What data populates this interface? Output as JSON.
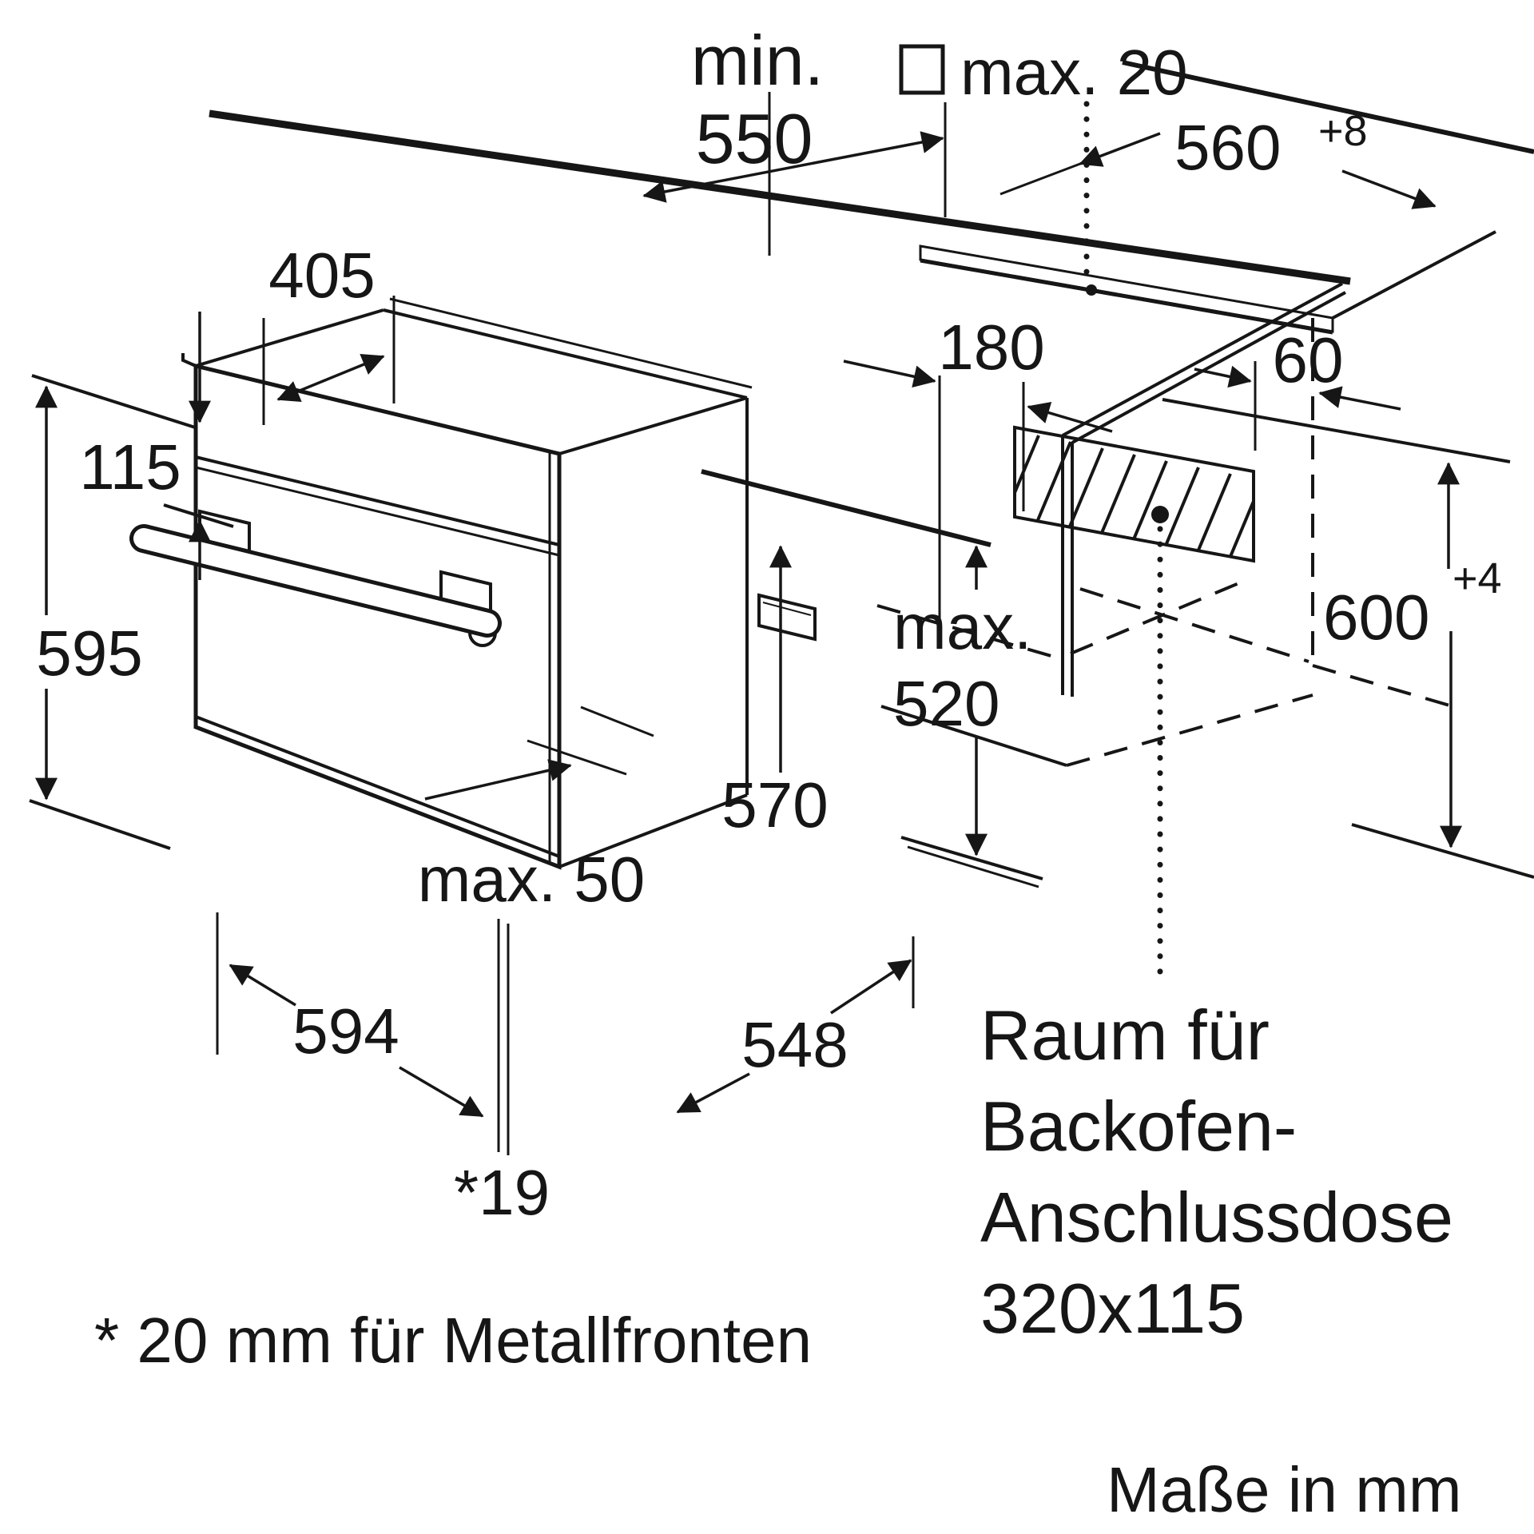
{
  "diagram_type": "appliance-installation-drawing",
  "appliance": "built-in oven",
  "colors": {
    "line": "#161616",
    "background": "#ffffff"
  },
  "labels": {
    "min_550_prefix": "min.",
    "min_550_value": "550",
    "max_20": "max. 20",
    "v560": "560",
    "v560_tolerance": "+8",
    "v405": "405",
    "v115": "115",
    "v595": "595",
    "v180": "180",
    "v60": "60",
    "v600": "600",
    "v600_tolerance": "+4",
    "max_520_prefix": "max.",
    "max_520_value": "520",
    "max_50": "max. 50",
    "v570": "570",
    "v594": "594",
    "v548": "548",
    "v19": "*19",
    "connection_box_line1": "Raum für",
    "connection_box_line2": "Backofen-",
    "connection_box_line3": "Anschlussdose",
    "connection_box_line4": "320x115",
    "footnote": "* 20 mm für Metallfronten",
    "units_note": "Maße in mm"
  }
}
